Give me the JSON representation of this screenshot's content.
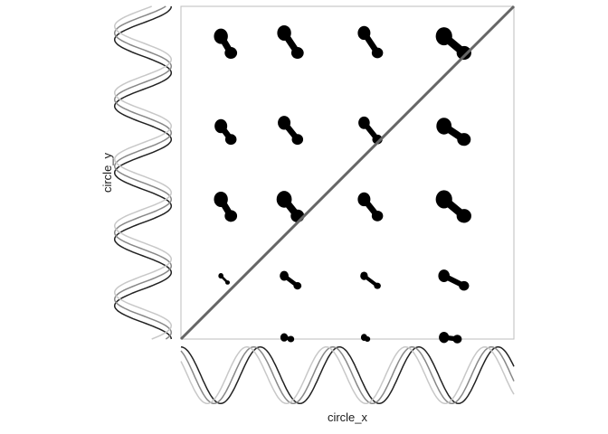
{
  "chart_data": {
    "type": "scatter",
    "xlabel": "circle_x",
    "ylabel": "circle_y",
    "xlim": [
      0,
      1
    ],
    "ylim": [
      0,
      1
    ],
    "grid": false,
    "reference_line": {
      "from": [
        0,
        0
      ],
      "to": [
        1,
        1
      ],
      "color": "#666666"
    },
    "blob_color": "#000000",
    "blob_columns_x": [
      0.13,
      0.32,
      0.56,
      0.81
    ],
    "blob_rows_y": [
      0.0,
      0.19,
      0.42,
      0.63,
      0.91
    ],
    "blobs": [
      {
        "x": 0.12,
        "y": 0.91,
        "x2": 0.15,
        "y2": 0.86,
        "r": 0.022
      },
      {
        "x": 0.31,
        "y": 0.92,
        "x2": 0.35,
        "y2": 0.86,
        "r": 0.022
      },
      {
        "x": 0.55,
        "y": 0.92,
        "x2": 0.59,
        "y2": 0.86,
        "r": 0.02
      },
      {
        "x": 0.79,
        "y": 0.91,
        "x2": 0.85,
        "y2": 0.86,
        "r": 0.026
      },
      {
        "x": 0.12,
        "y": 0.64,
        "x2": 0.15,
        "y2": 0.6,
        "r": 0.02
      },
      {
        "x": 0.31,
        "y": 0.65,
        "x2": 0.35,
        "y2": 0.6,
        "r": 0.02
      },
      {
        "x": 0.55,
        "y": 0.65,
        "x2": 0.59,
        "y2": 0.6,
        "r": 0.018
      },
      {
        "x": 0.79,
        "y": 0.64,
        "x2": 0.85,
        "y2": 0.6,
        "r": 0.024
      },
      {
        "x": 0.12,
        "y": 0.42,
        "x2": 0.15,
        "y2": 0.37,
        "r": 0.022
      },
      {
        "x": 0.31,
        "y": 0.42,
        "x2": 0.35,
        "y2": 0.37,
        "r": 0.024
      },
      {
        "x": 0.55,
        "y": 0.42,
        "x2": 0.59,
        "y2": 0.37,
        "r": 0.02
      },
      {
        "x": 0.79,
        "y": 0.42,
        "x2": 0.85,
        "y2": 0.37,
        "r": 0.026
      },
      {
        "x": 0.12,
        "y": 0.19,
        "x2": 0.14,
        "y2": 0.17,
        "r": 0.008
      },
      {
        "x": 0.31,
        "y": 0.19,
        "x2": 0.35,
        "y2": 0.16,
        "r": 0.014
      },
      {
        "x": 0.55,
        "y": 0.19,
        "x2": 0.59,
        "y2": 0.16,
        "r": 0.012
      },
      {
        "x": 0.79,
        "y": 0.19,
        "x2": 0.85,
        "y2": 0.16,
        "r": 0.018
      },
      {
        "x": 0.31,
        "y": 0.005,
        "x2": 0.33,
        "y2": 0.0,
        "r": 0.012
      },
      {
        "x": 0.55,
        "y": 0.005,
        "x2": 0.56,
        "y2": 0.0,
        "r": 0.01
      },
      {
        "x": 0.79,
        "y": 0.005,
        "x2": 0.83,
        "y2": 0.0,
        "r": 0.016
      }
    ],
    "marginal_x": {
      "series": [
        {
          "color": "#222222",
          "phase": 0.0
        },
        {
          "color": "#888888",
          "phase": 0.02
        },
        {
          "color": "#c8c8c8",
          "phase": 0.04
        }
      ],
      "cycles": 4.2
    },
    "marginal_y": {
      "series": [
        {
          "color": "#222222",
          "phase": 0.0
        },
        {
          "color": "#888888",
          "phase": 0.02
        },
        {
          "color": "#c8c8c8",
          "phase": 0.04
        }
      ],
      "cycles": 5.0
    }
  }
}
